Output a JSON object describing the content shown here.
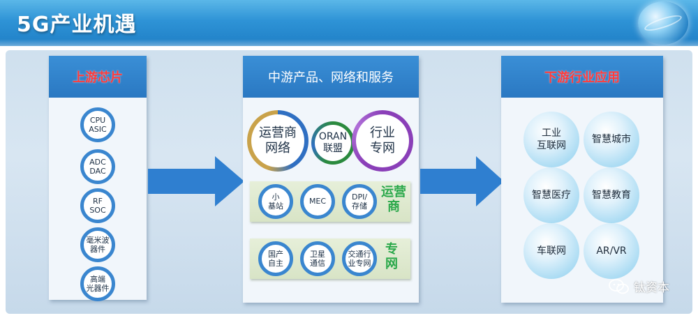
{
  "header": {
    "title": "5G产业机遇"
  },
  "upstream": {
    "title": "上游芯片",
    "items": [
      "CPU\nASIC",
      "ADC\nDAC",
      "RF\nSOC",
      "毫米波\n器件",
      "高端\n光器件"
    ]
  },
  "midstream": {
    "title": "中游产品、网络和服务",
    "top_rings": [
      "运营商\n网络",
      "ORAN\n联盟",
      "行业\n专网"
    ],
    "operator_band": {
      "items": [
        "小\n基站",
        "MEC",
        "DPI/\n存储"
      ],
      "label": "运营\n商"
    },
    "private_band": {
      "items": [
        "国产\n自主",
        "卫星\n通信",
        "交通行\n业专网"
      ],
      "label": "专\n网"
    }
  },
  "downstream": {
    "title": "下游行业应用",
    "items": [
      "工业\n互联网",
      "智慧城市",
      "智慧医疗",
      "智慧教育",
      "车联网",
      "AR/VR"
    ]
  },
  "watermark": {
    "text": "钛资本"
  },
  "colors": {
    "header_blue": "#2e93d6",
    "column_head_blue": "#2a78c2",
    "upstream_title_red": "#ff3b3b",
    "ring_blue": "#3a86cf",
    "band_label_green": "#2aa84a",
    "arrow_blue": "#2f7fd0"
  }
}
